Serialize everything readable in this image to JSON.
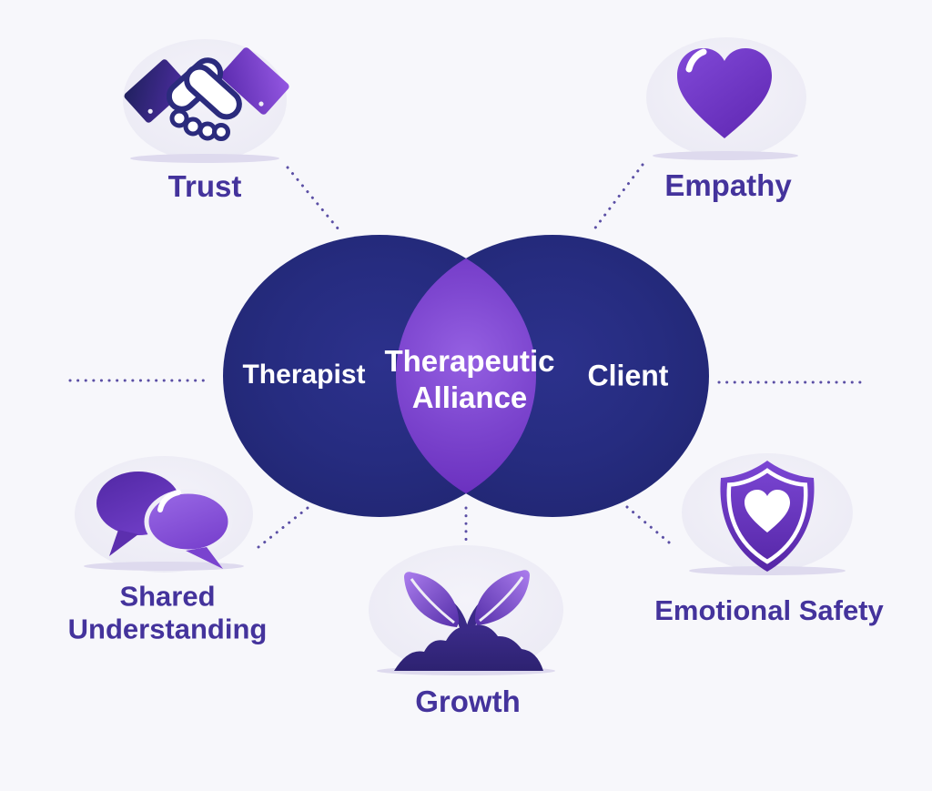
{
  "diagram": {
    "type": "venn-infographic",
    "topic": "Therapeutic Alliance"
  },
  "venn": {
    "left_label": "Therapist",
    "right_label": "Client",
    "center_label": "Therapeutic Alliance"
  },
  "concepts": {
    "trust": {
      "label": "Trust",
      "icon": "handshake-icon"
    },
    "empathy": {
      "label": "Empathy",
      "icon": "heart-icon"
    },
    "shared_understanding": {
      "label": "Shared Understanding",
      "icon": "speech-bubbles-icon"
    },
    "growth": {
      "label": "Growth",
      "icon": "sprout-icon"
    },
    "emotional_safety": {
      "label": "Emotional Safety",
      "icon": "shield-heart-icon"
    }
  },
  "colors": {
    "background": "#f7f7fb",
    "circle_navy": "#262c80",
    "lens_purple": "#7e47d0",
    "label_purple": "#44339c",
    "venn_text": "#ffffff",
    "connector_dot": "#4b3d9c",
    "pod_background": "#efeef7"
  }
}
